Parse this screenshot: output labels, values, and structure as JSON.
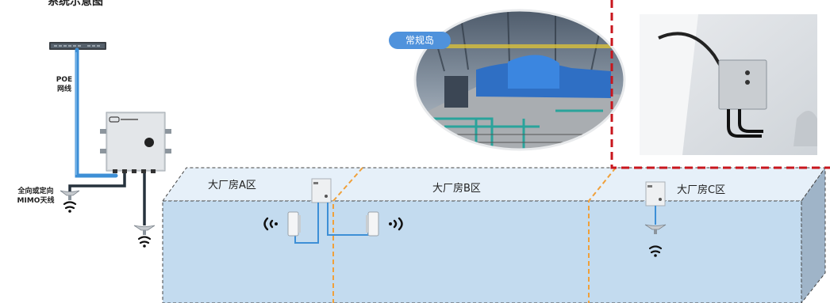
{
  "heading_partial": "系统示意图",
  "poe_label": [
    "POE",
    "网线"
  ],
  "antenna_label": [
    "全向或定向",
    "MIMO天线"
  ],
  "location_badge": "常规岛",
  "zones": {
    "a": "大厂房A区",
    "b": "大厂房B区",
    "c": "大厂房C区"
  },
  "colors": {
    "room_front": "#c3dbef",
    "room_top": "#e6f0f9",
    "room_side": "#9fb4c8",
    "cable_blue": "#3d8fd6",
    "cable_dark": "#26323d",
    "badge": "#4f92dc",
    "zone_divider": "#f0a03a",
    "photo_border": "#c8161d"
  },
  "icons": [
    "switch-icon",
    "ap-box-icon",
    "omni-antenna-icon",
    "directional-antenna-icon",
    "wifi-signal-icon",
    "photo-turbine-hall",
    "photo-wall-mounted-ap"
  ]
}
